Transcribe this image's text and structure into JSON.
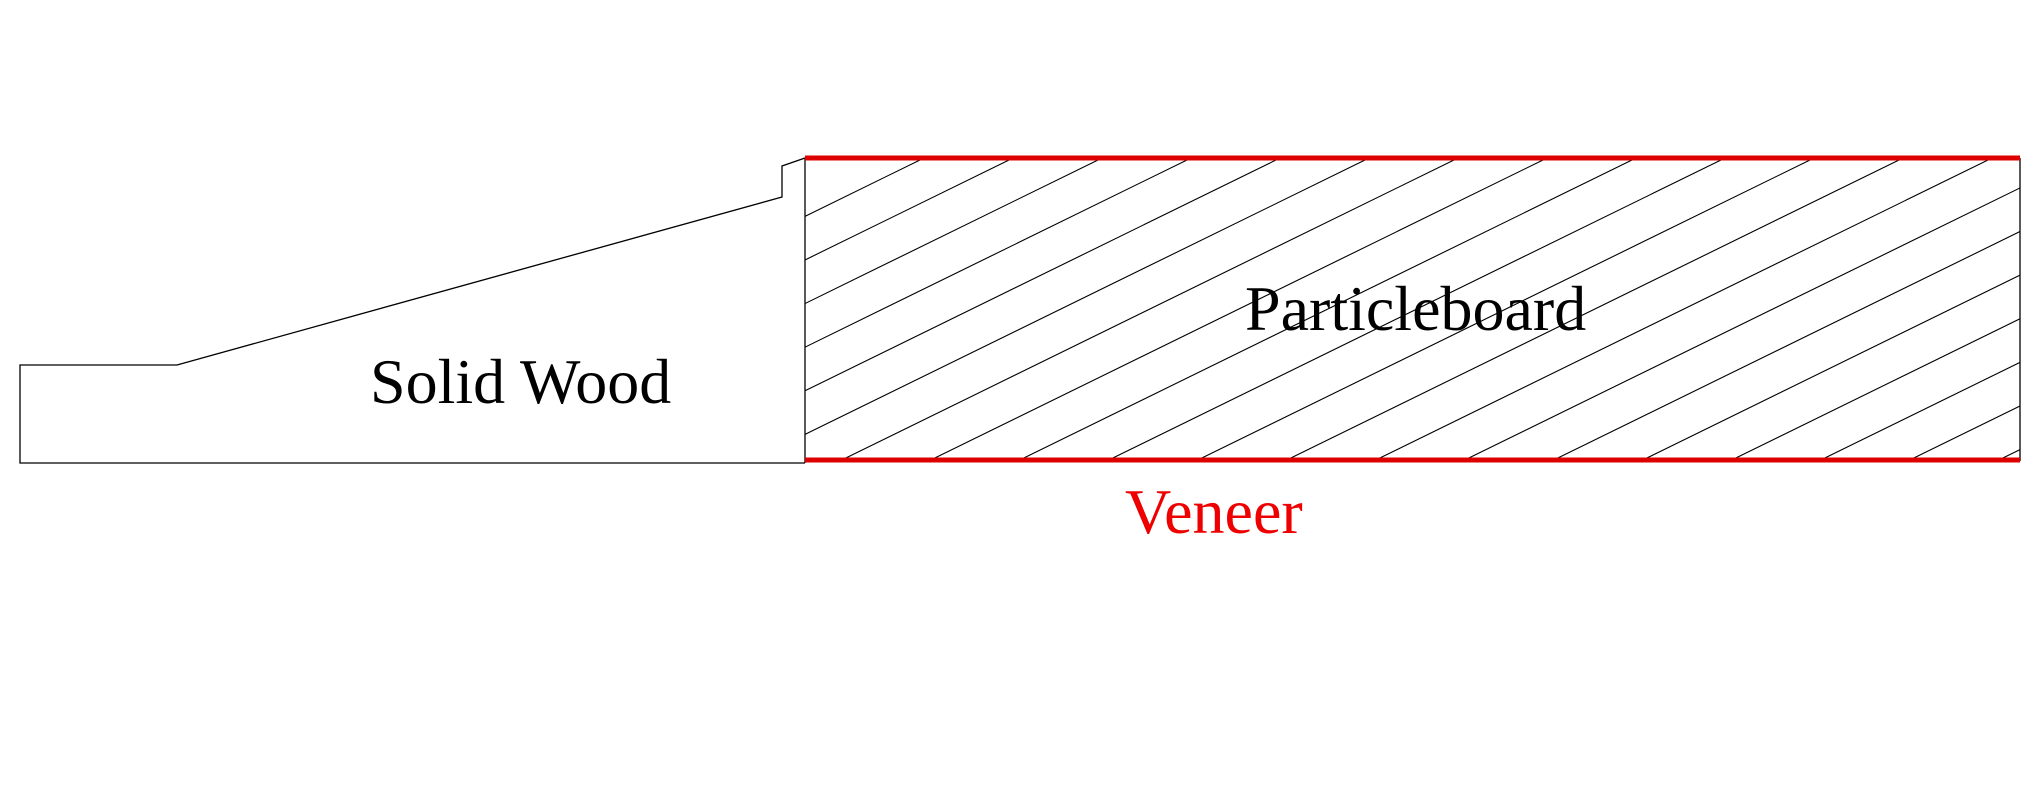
{
  "diagram": {
    "labels": {
      "solid_wood": "Solid Wood",
      "particleboard": "Particleboard",
      "veneer": "Veneer"
    },
    "colors": {
      "outline": "#000000",
      "veneer": "#dd0000",
      "veneer_label": "#ee0000",
      "text": "#000000",
      "background": "#ffffff"
    },
    "particleboard_fill": "diagonal-hatch"
  }
}
